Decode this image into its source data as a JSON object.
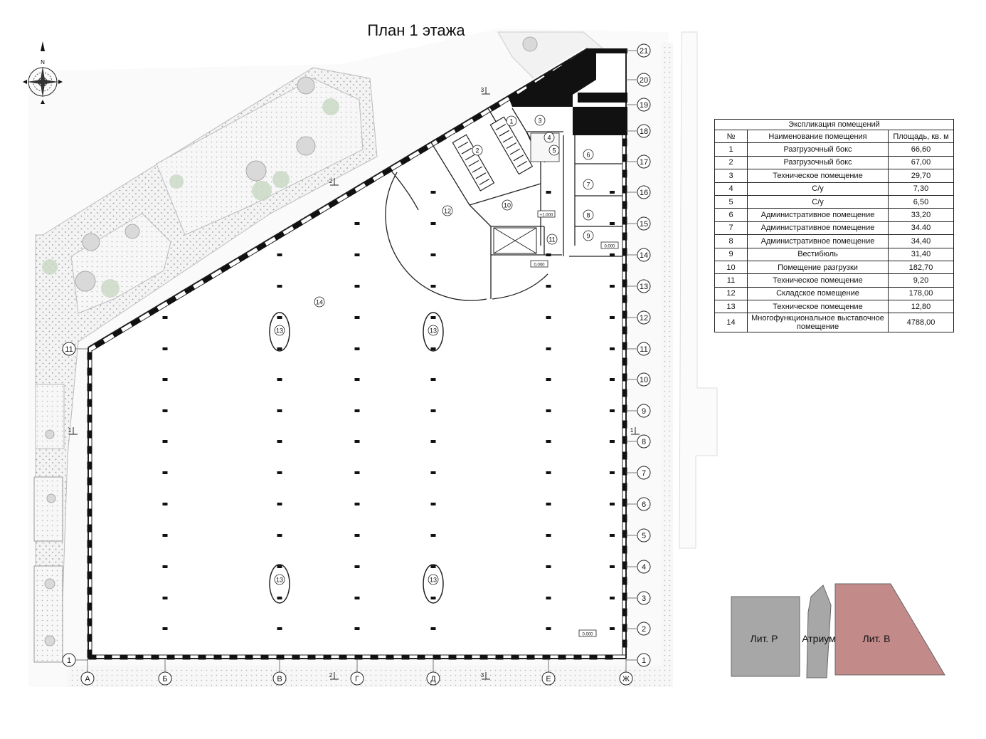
{
  "title": "План 1 этажа",
  "compass": {
    "north_label": "N"
  },
  "explication": {
    "caption": "Экспликация помещений",
    "headers": [
      "№",
      "Наименование помещения",
      "Площадь, кв. м"
    ],
    "rows": [
      {
        "num": "1",
        "name": "Разгрузочный бокс",
        "area": "66,60"
      },
      {
        "num": "2",
        "name": "Разгрузочный бокс",
        "area": "67,00"
      },
      {
        "num": "3",
        "name": "Техническое помещение",
        "area": "29,70"
      },
      {
        "num": "4",
        "name": "С/у",
        "area": "7,30"
      },
      {
        "num": "5",
        "name": "С/у",
        "area": "6,50"
      },
      {
        "num": "6",
        "name": "Административное помещение",
        "area": "33,20"
      },
      {
        "num": "7",
        "name": "Административное помещение",
        "area": "34.40"
      },
      {
        "num": "8",
        "name": "Административное помещение",
        "area": "34,40"
      },
      {
        "num": "9",
        "name": "Вестибюль",
        "area": "31,40"
      },
      {
        "num": "10",
        "name": "Помещение разгрузки",
        "area": "182,70"
      },
      {
        "num": "11",
        "name": "Техническое помещение",
        "area": "9,20"
      },
      {
        "num": "12",
        "name": "Складское помещение",
        "area": "178,00"
      },
      {
        "num": "13",
        "name": "Техническое помещение",
        "area": "12,80"
      },
      {
        "num": "14",
        "name": "Многофункциональное выставочное помещение",
        "area": "4788,00"
      }
    ]
  },
  "axes": {
    "letters": [
      "А",
      "Б",
      "В",
      "Г",
      "Д",
      "Е",
      "Ж"
    ],
    "numbers_right": [
      "1",
      "2",
      "3",
      "4",
      "5",
      "6",
      "7",
      "8",
      "9",
      "10",
      "11",
      "12",
      "13",
      "14",
      "15",
      "16",
      "17",
      "18",
      "19",
      "20",
      "21"
    ],
    "numbers_left": [
      "1",
      "11"
    ]
  },
  "room_markers": [
    "1",
    "2",
    "3",
    "4",
    "5",
    "6",
    "7",
    "8",
    "9",
    "10",
    "11",
    "12",
    "13",
    "13",
    "13",
    "13",
    "14"
  ],
  "level_marks": [
    "+1.000",
    "0.000",
    "0.000",
    "0.000"
  ],
  "section_marks": [
    "1",
    "1",
    "2",
    "2",
    "3",
    "3"
  ],
  "key_plan": {
    "blocks": [
      {
        "label": "Лит. Р",
        "color": "#a7a7a7"
      },
      {
        "label": "Атриум",
        "color": "#a7a7a7"
      },
      {
        "label": "Лит. В",
        "color": "#c38a8a"
      }
    ]
  }
}
